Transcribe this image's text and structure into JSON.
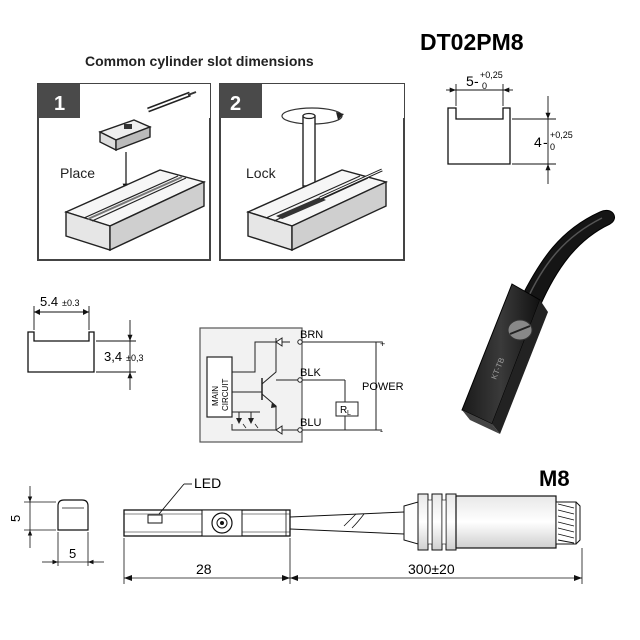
{
  "model": "DT02PM8",
  "slot_section": {
    "title": "Common cylinder slot dimensions",
    "steps": [
      {
        "number": "1",
        "caption": "Place"
      },
      {
        "number": "2",
        "caption": "Lock"
      }
    ]
  },
  "slot_profile_top": {
    "width_base": "5",
    "width_minus": "-",
    "width_tol_upper": "+0,25",
    "width_tol_lower": "0",
    "depth_base": "4",
    "depth_minus": "-",
    "depth_tol_upper": "+0,25",
    "depth_tol_lower": "0"
  },
  "slot_profile_left": {
    "width_base": "5.4",
    "width_tol": "±0.3",
    "depth_base": "3,4",
    "depth_tol": "±0,3"
  },
  "circuit": {
    "block_label_line1": "MAIN",
    "block_label_line2": "CIRCUIT",
    "wire_brn": "BRN",
    "wire_blk": "BLK",
    "wire_blu": "BLU",
    "power_label": "POWER",
    "load_label": "R",
    "load_sub": "L",
    "plus": "+",
    "minus": "-"
  },
  "product_photo": {
    "marking": "KT-TB"
  },
  "drawing": {
    "connector_label": "M8",
    "led_label": "LED",
    "height_dim": "5",
    "width_dim": "5",
    "body_length": "28",
    "cable_length": "300±20"
  }
}
